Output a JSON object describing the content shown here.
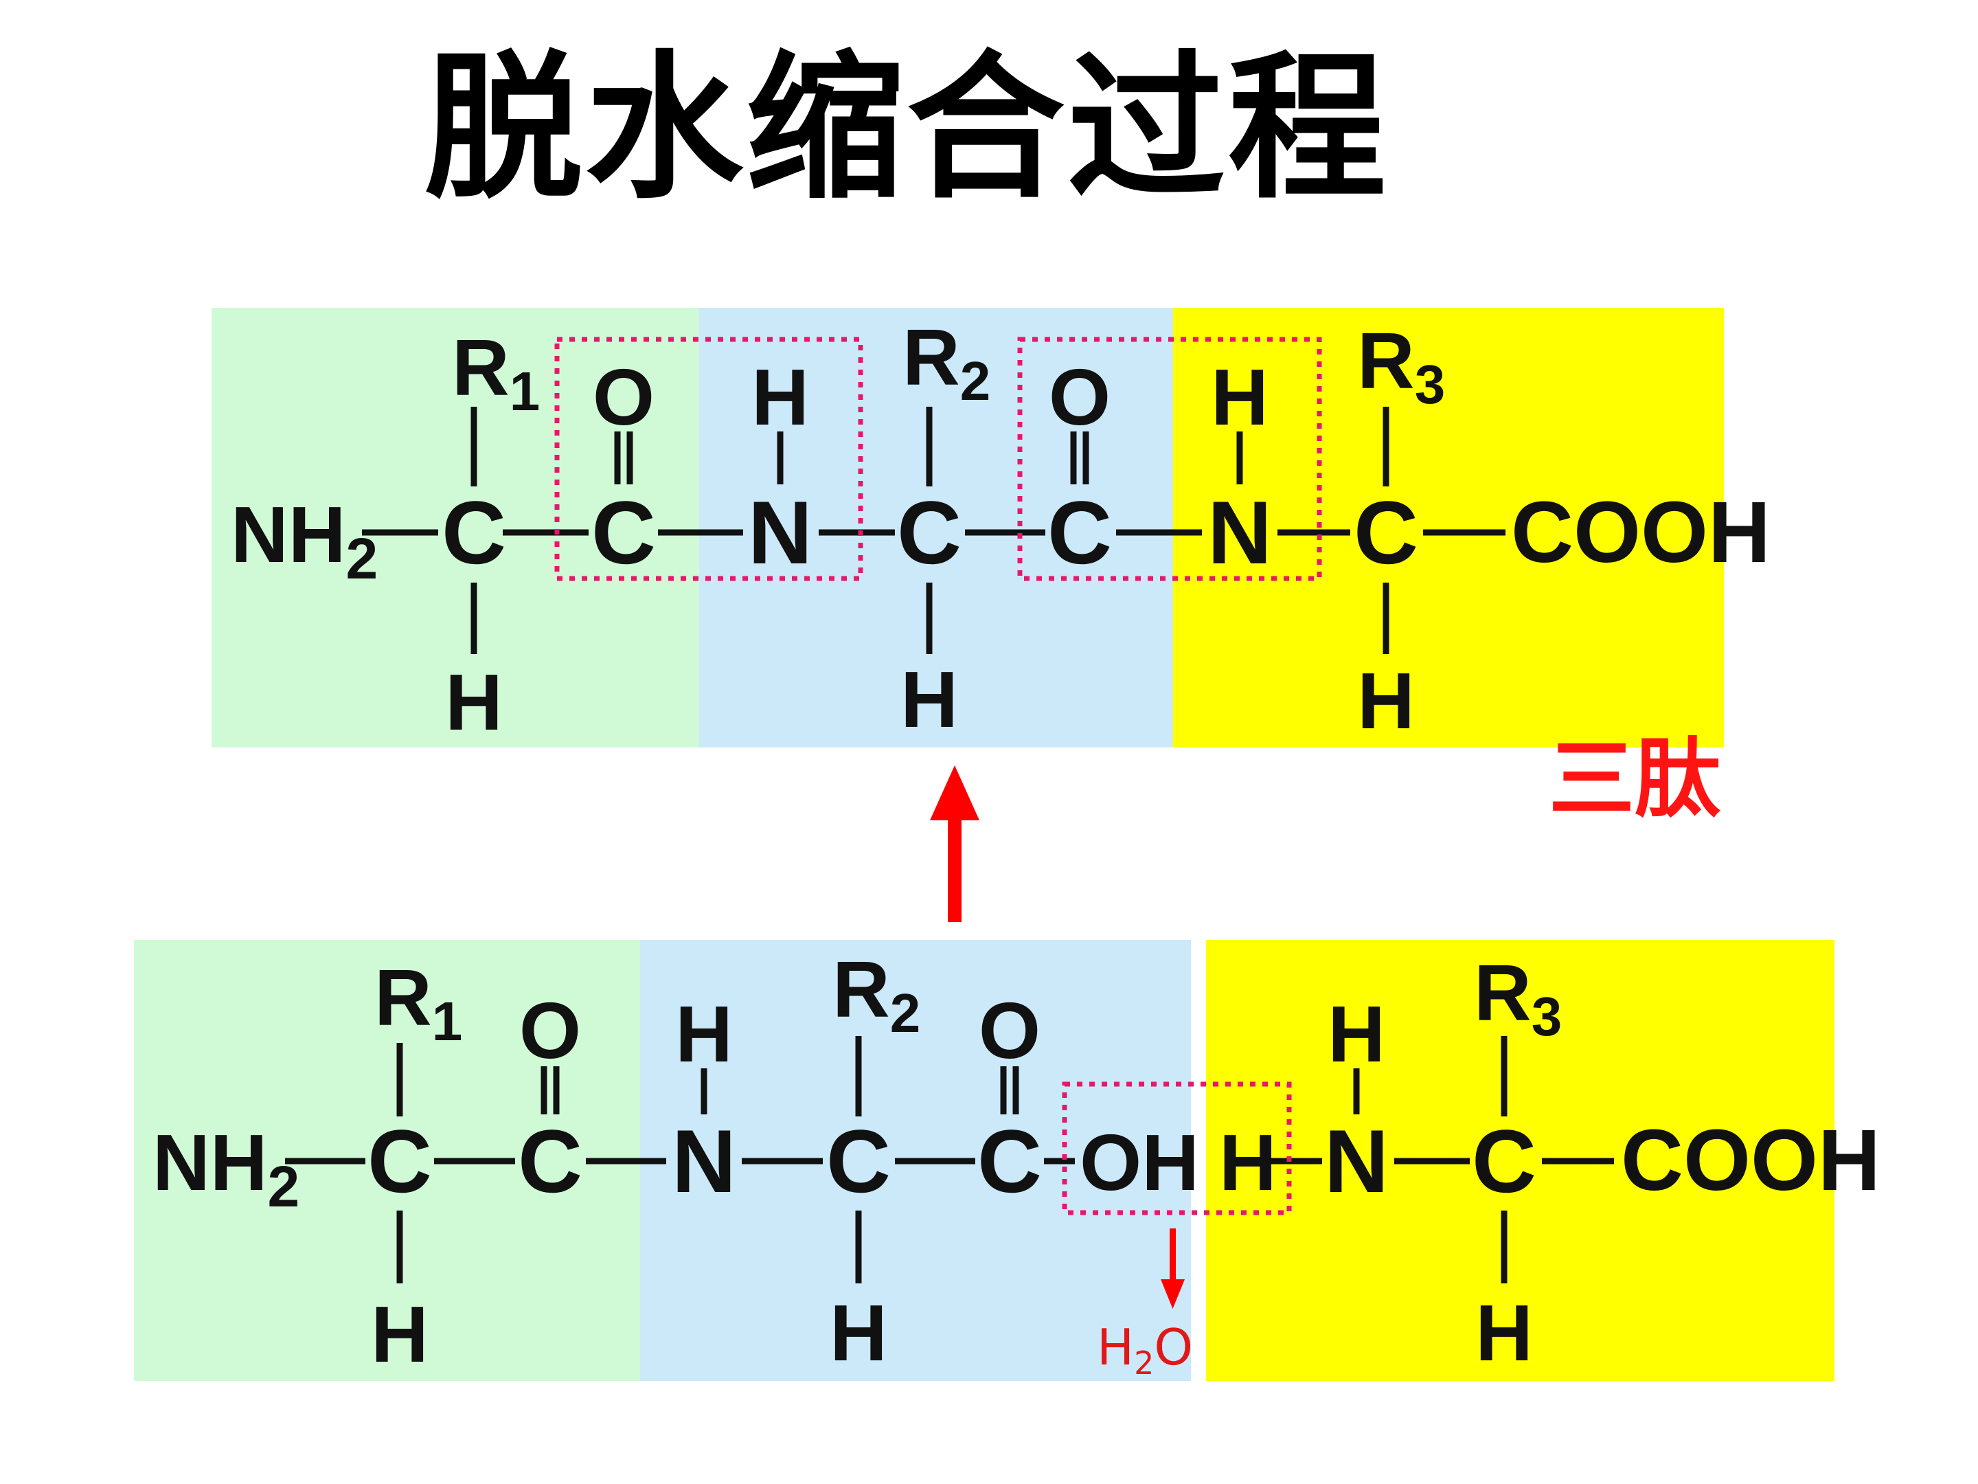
{
  "title": "脱水缩合过程",
  "product_label": "三肽",
  "water": {
    "main": "H",
    "sub": "2",
    "tail": "O"
  },
  "colors": {
    "residue_1": "#d0fad6",
    "residue_2": "#cce9fa",
    "residue_3": "#ffff00",
    "bond_box": "#e8176a",
    "arrow": "#ff0000"
  },
  "atoms": {
    "amino": "NH",
    "amino_sub": "2",
    "carbon": "C",
    "hydrogen": "H",
    "nitrogen": "N",
    "oxygen": "O",
    "hydroxyl": "OH",
    "carboxyl": "COOH",
    "r_letter": "R",
    "r1_sub": "1",
    "r2_sub": "2",
    "r3_sub": "3"
  }
}
